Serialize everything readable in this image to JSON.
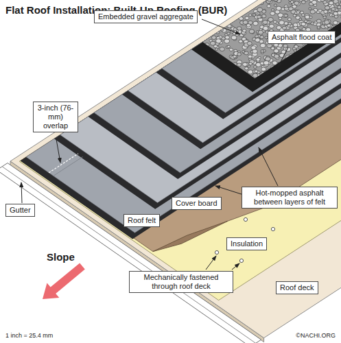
{
  "diagram": {
    "title": "Flat Roof Installation: Built-Up Roofing (BUR)",
    "nodes": [
      {
        "text": [
          "Embedded gravel aggregate"
        ]
      },
      {
        "text": [
          "Asphalt flood coat"
        ]
      },
      {
        "text": [
          "3-inch (76-mm) overlap"
        ]
      },
      {
        "text": [
          "Hot-mopped asphalt between layers of felt"
        ]
      },
      {
        "text": [
          "Cover board"
        ]
      },
      {
        "text": [
          "Gutter"
        ]
      },
      {
        "text": [
          "Roof felt"
        ]
      },
      {
        "text": [
          "Insulation"
        ]
      },
      {
        "text": [
          "Mechanically fastened through roof deck"
        ]
      },
      {
        "text": [
          "Roof deck"
        ]
      }
    ],
    "labels": [
      "Slope",
      "1 inch = 25.4 mm",
      "©NACHI.ORG"
    ]
  }
}
